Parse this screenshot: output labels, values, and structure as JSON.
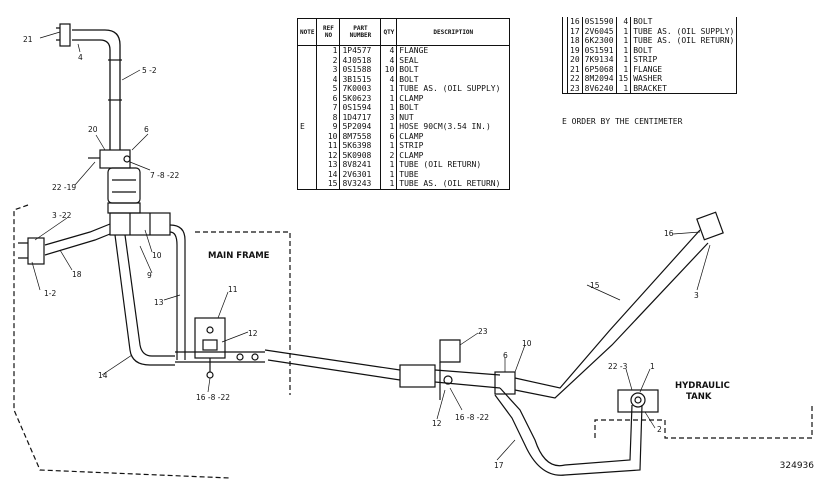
{
  "parts_table": {
    "headers": [
      "NOTE",
      "REF NO",
      "PART NUMBER",
      "QTY",
      "DESCRIPTION"
    ],
    "rows": [
      {
        "note": "",
        "ref": "1",
        "part": "1P4577",
        "qty": "4",
        "desc": "FLANGE"
      },
      {
        "note": "",
        "ref": "2",
        "part": "4J0518",
        "qty": "4",
        "desc": "SEAL"
      },
      {
        "note": "",
        "ref": "3",
        "part": "0S1588",
        "qty": "10",
        "desc": "BOLT"
      },
      {
        "note": "",
        "ref": "4",
        "part": "3B1515",
        "qty": "4",
        "desc": "BOLT"
      },
      {
        "note": "",
        "ref": "5",
        "part": "7K0003",
        "qty": "1",
        "desc": "TUBE AS. (OIL SUPPLY)"
      },
      {
        "note": "",
        "ref": "6",
        "part": "5K0623",
        "qty": "1",
        "desc": "CLAMP"
      },
      {
        "note": "",
        "ref": "7",
        "part": "0S1594",
        "qty": "1",
        "desc": "BOLT"
      },
      {
        "note": "",
        "ref": "8",
        "part": "1D4717",
        "qty": "3",
        "desc": "NUT"
      },
      {
        "note": "E",
        "ref": "9",
        "part": "5P2094",
        "qty": "1",
        "desc": "HOSE 90CM(3.54 IN.)"
      },
      {
        "note": "",
        "ref": "10",
        "part": "8M7558",
        "qty": "6",
        "desc": "CLAMP"
      },
      {
        "note": "",
        "ref": "11",
        "part": "5K6398",
        "qty": "1",
        "desc": "STRIP"
      },
      {
        "note": "",
        "ref": "12",
        "part": "5K0908",
        "qty": "2",
        "desc": "CLAMP"
      },
      {
        "note": "",
        "ref": "13",
        "part": "8V8241",
        "qty": "1",
        "desc": "TUBE (OIL RETURN)"
      },
      {
        "note": "",
        "ref": "14",
        "part": "2V6301",
        "qty": "1",
        "desc": "TUBE"
      },
      {
        "note": "",
        "ref": "15",
        "part": "8V3243",
        "qty": "1",
        "desc": "TUBE AS. (OIL RETURN)"
      }
    ]
  },
  "parts_table_2": {
    "rows": [
      {
        "ref": "16",
        "part": "0S1590",
        "qty": "4",
        "desc": "BOLT"
      },
      {
        "ref": "17",
        "part": "2V6045",
        "qty": "1",
        "desc": "TUBE AS. (OIL SUPPLY)"
      },
      {
        "ref": "18",
        "part": "6K2300",
        "qty": "1",
        "desc": "TUBE AS. (OIL RETURN)"
      },
      {
        "ref": "19",
        "part": "0S1591",
        "qty": "1",
        "desc": "BOLT"
      },
      {
        "ref": "20",
        "part": "7K9134",
        "qty": "1",
        "desc": "STRIP"
      },
      {
        "ref": "21",
        "part": "6P5068",
        "qty": "1",
        "desc": "FLANGE"
      },
      {
        "ref": "22",
        "part": "8M2094",
        "qty": "15",
        "desc": "WASHER"
      },
      {
        "ref": "23",
        "part": "8V6240",
        "qty": "1",
        "desc": "BRACKET"
      }
    ]
  },
  "note_text": "E    ORDER BY THE CENTIMETER",
  "labels": {
    "main_frame": "MAIN FRAME",
    "hydraulic": "HYDRAULIC",
    "tank": "TANK",
    "figure_id": "324936"
  },
  "callouts": {
    "c21": "21",
    "c4": "4",
    "c52": "5 -2",
    "c20": "20",
    "c6": "6",
    "c7822": "7 -8 -22",
    "c2219": "22 -19",
    "c322": "3 -22",
    "c18": "18",
    "c12": "1-2",
    "c10": "10",
    "c9": "9",
    "c13": "13",
    "c11": "11",
    "c12b": "12",
    "c14": "14",
    "c16822": "16 -8 -22",
    "c23": "23",
    "c6b": "6",
    "c10b": "10",
    "c12c": "12",
    "c16822b": "16 -8 -22",
    "c15": "15",
    "c16": "16",
    "c3": "3",
    "c223": "22 -3",
    "c1": "1",
    "c2": "2",
    "c17": "17"
  }
}
